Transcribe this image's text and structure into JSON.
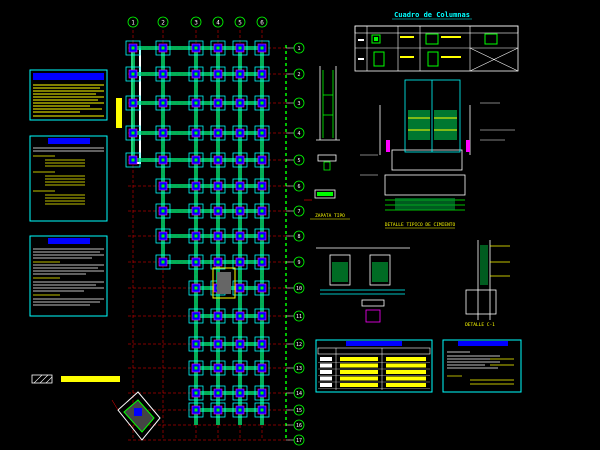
{
  "plan": {
    "top_axes": [
      "1",
      "2",
      "3",
      "4",
      "5",
      "6"
    ],
    "right_axes": [
      "1",
      "2",
      "3",
      "4",
      "5",
      "6",
      "7",
      "8",
      "9",
      "10",
      "11",
      "12",
      "13",
      "14",
      "15",
      "16",
      "17"
    ]
  },
  "titles": {
    "columns_table": "Cuadro de Columnas"
  },
  "details": {
    "zapata_label": "ZAPATA TIPO",
    "cimiento_label": "DETALLE TIPICO DE CIMIENTO",
    "lower_label": "DETALLE C-1"
  },
  "colors": {
    "background": "#000000",
    "green": "#00ff00",
    "cyan": "#00ffff",
    "blue": "#0000ff",
    "yellow": "#ffff00",
    "magenta": "#ff00ff",
    "red": "#ff0000",
    "white": "#ffffff"
  }
}
